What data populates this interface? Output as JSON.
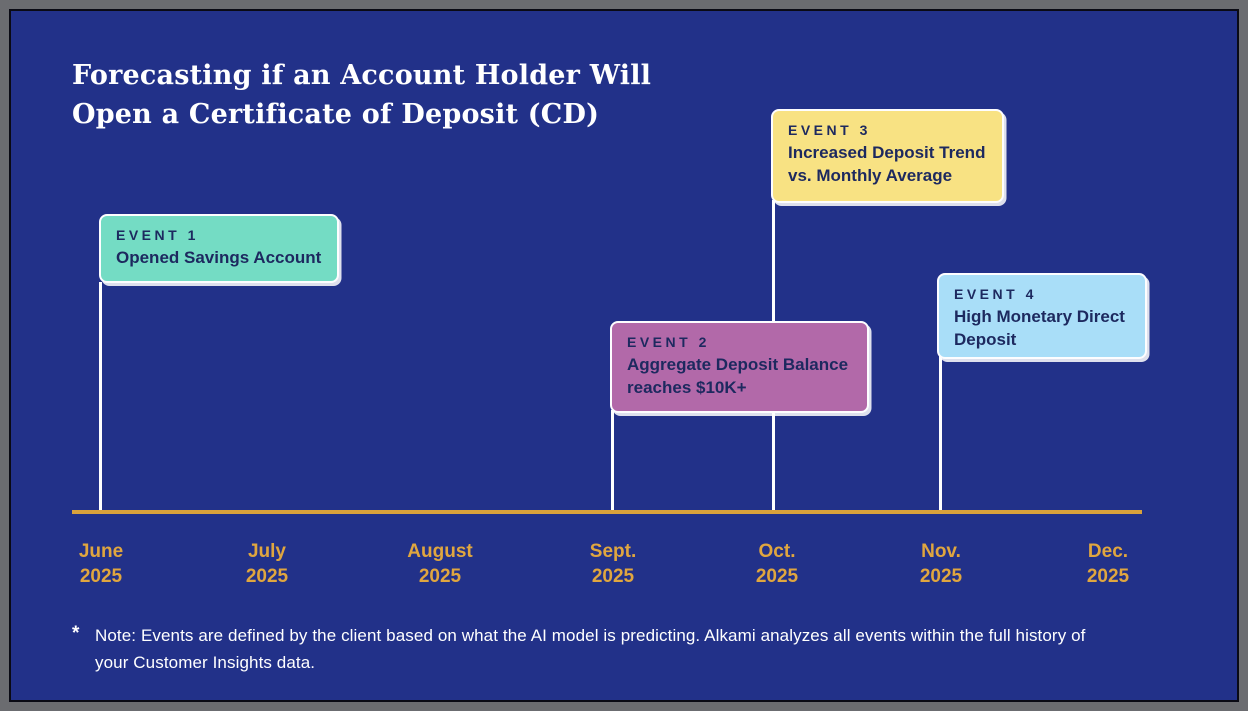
{
  "colors": {
    "background": "#223189",
    "frame": "#6b6c70",
    "axis": "#d9a23b",
    "month_label": "#e0a63f",
    "event_text": "#1d295f",
    "connector": "#ffffff",
    "title_text": "#ffffff",
    "note_text": "#ffffff"
  },
  "title": {
    "line1": "Forecasting if an Account Holder Will",
    "line2": "Open a Certificate of Deposit (CD)"
  },
  "events": [
    {
      "label": "EVENT 1",
      "description": "Opened Savings Account",
      "color": "#74dcc4",
      "month": "June 2025"
    },
    {
      "label": "EVENT 2",
      "description": "Aggregate Deposit Balance reaches $10K+",
      "color": "#b269a9",
      "month": "Sept. 2025"
    },
    {
      "label": "EVENT 3",
      "description": "Increased Deposit Trend vs. Monthly Average",
      "color": "#f8e283",
      "month": "Oct. 2025"
    },
    {
      "label": "EVENT 4",
      "description": "High Monetary Direct Deposit",
      "color": "#a9def8",
      "month": "Nov. 2025"
    }
  ],
  "timeline": {
    "months": [
      {
        "name": "June",
        "year": "2025"
      },
      {
        "name": "July",
        "year": "2025"
      },
      {
        "name": "August",
        "year": "2025"
      },
      {
        "name": "Sept.",
        "year": "2025"
      },
      {
        "name": "Oct.",
        "year": "2025"
      },
      {
        "name": "Nov.",
        "year": "2025"
      },
      {
        "name": "Dec.",
        "year": "2025"
      }
    ]
  },
  "note": {
    "marker": "*",
    "text": "Note: Events are defined by the client based on what the AI model is predicting. Alkami analyzes all events within the full history of your Customer Insights data."
  }
}
